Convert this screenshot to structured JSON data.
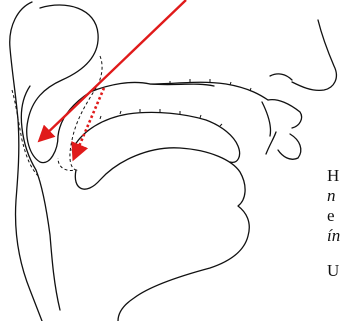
{
  "text_fragments": [
    "H",
    "n",
    "e",
    "ín",
    "U"
  ],
  "colors": {
    "line": "#111111",
    "arrow": "#e01a1a",
    "background": "#ffffff"
  }
}
